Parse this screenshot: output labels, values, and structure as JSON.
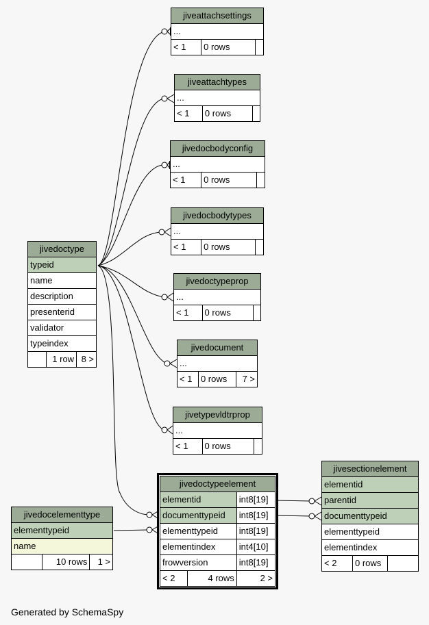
{
  "footer": "Generated by SchemaSpy",
  "tables": {
    "jiveattachsettings": {
      "name": "jiveattachsettings",
      "cols": [
        "..."
      ],
      "foot": [
        "< 1",
        "0 rows",
        ""
      ]
    },
    "jiveattachtypes": {
      "name": "jiveattachtypes",
      "cols": [
        "..."
      ],
      "foot": [
        "< 1",
        "0 rows",
        ""
      ]
    },
    "jivedocbodyconfig": {
      "name": "jivedocbodyconfig",
      "cols": [
        "..."
      ],
      "foot": [
        "< 1",
        "0 rows",
        ""
      ]
    },
    "jivedocbodytypes": {
      "name": "jivedocbodytypes",
      "cols": [
        "..."
      ],
      "foot": [
        "< 1",
        "0 rows",
        ""
      ]
    },
    "jivedoctypeprop": {
      "name": "jivedoctypeprop",
      "cols": [
        "..."
      ],
      "foot": [
        "< 1",
        "0 rows",
        ""
      ]
    },
    "jivedocument": {
      "name": "jivedocument",
      "cols": [
        "..."
      ],
      "foot": [
        "< 1",
        "0 rows",
        "7 >"
      ]
    },
    "jivetypevldtrprop": {
      "name": "jivetypevldtrprop",
      "cols": [
        "..."
      ],
      "foot": [
        "< 1",
        "0 rows",
        ""
      ]
    },
    "jivedoctype": {
      "name": "jivedoctype",
      "cols": [
        "typeid",
        "name",
        "description",
        "presenterid",
        "validator",
        "typeindex"
      ],
      "foot": [
        "",
        "1 row",
        "8 >"
      ]
    },
    "jivedoctypeelement": {
      "name": "jivedoctypeelement",
      "cols": [
        {
          "n": "elementid",
          "t": "int8[19]"
        },
        {
          "n": "documenttypeid",
          "t": "int8[19]"
        },
        {
          "n": "elementtypeid",
          "t": "int8[19]"
        },
        {
          "n": "elementindex",
          "t": "int4[10]"
        },
        {
          "n": "frowversion",
          "t": "int8[19]"
        }
      ],
      "foot": [
        "< 2",
        "4 rows",
        "2 >"
      ]
    },
    "jivesectionelement": {
      "name": "jivesectionelement",
      "cols": [
        "elementid",
        "parentid",
        "documenttypeid",
        "elementtypeid",
        "elementindex"
      ],
      "foot": [
        "< 2",
        "0 rows",
        ""
      ]
    },
    "jivedocelementtype": {
      "name": "jivedocelementtype",
      "cols": [
        "elementtypeid",
        "name"
      ],
      "foot": [
        "",
        "10 rows",
        "1 >"
      ]
    }
  },
  "colors": {
    "header": "#9bab96",
    "primary_key": "#bed1b8",
    "indexed": "#f4f7da"
  }
}
